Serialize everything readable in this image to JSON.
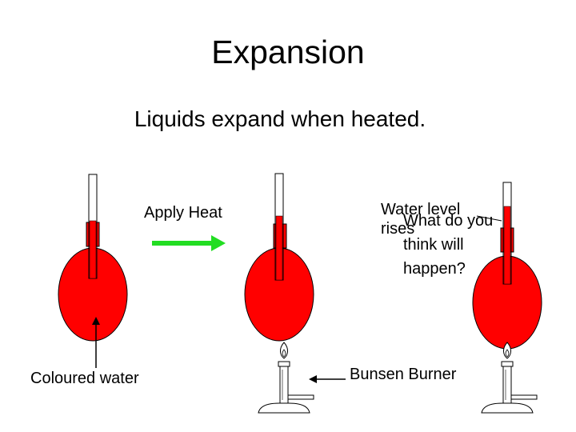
{
  "slide": {
    "title": "Expansion",
    "subtitle": "Liquids expand when heated."
  },
  "labels": {
    "apply_heat": "Apply Heat",
    "coloured_water": "Coloured water",
    "bunsen_burner": "Bunsen Burner",
    "water_level": "Water level rises",
    "question": "What do you think will happen?"
  },
  "colors": {
    "liquid": "#ff0000",
    "arrow": "#22dd22"
  },
  "icons": [
    "bunsen-burner-icon",
    "bunsen-burner-icon"
  ]
}
